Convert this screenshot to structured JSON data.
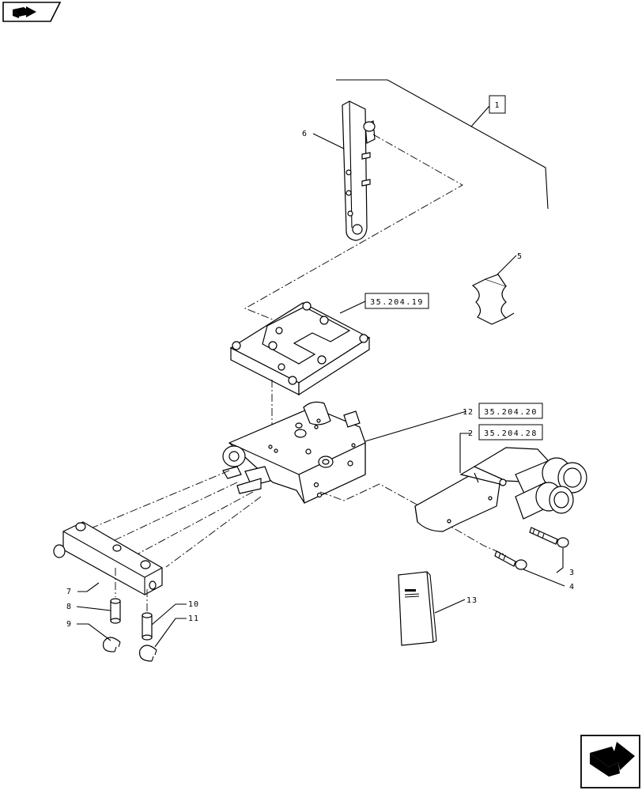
{
  "nav": {
    "top_left_icon": "next-page-arrow-icon",
    "bottom_right_icon": "next-page-arrow-icon"
  },
  "callouts": {
    "c1": "1",
    "c2": "2",
    "c3": "3",
    "c4": "4",
    "c5": "5",
    "c6": "6",
    "c7": "7",
    "c8": "8",
    "c9": "9",
    "c10": "10",
    "c11": "11",
    "c12": "12",
    "c13": "13"
  },
  "references": {
    "ref_cover": "35.204.19",
    "ref_valve": "35.204.20",
    "ref_handle": "35.204.28"
  }
}
